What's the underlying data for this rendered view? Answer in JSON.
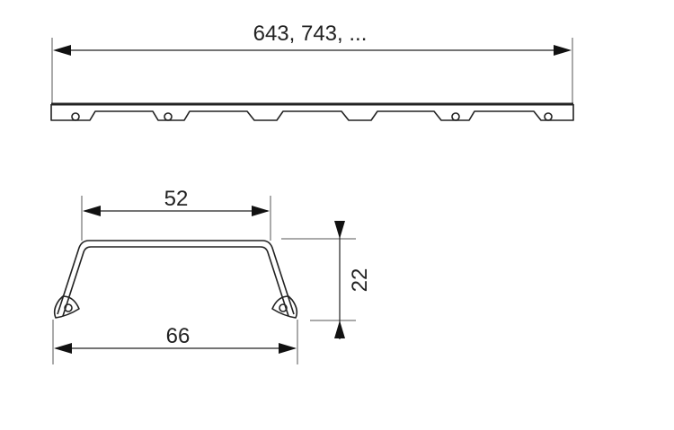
{
  "drawing": {
    "length_label": "643, 743, ...",
    "inner_width_label": "52",
    "outer_width_label": "66",
    "height_label": "22"
  }
}
